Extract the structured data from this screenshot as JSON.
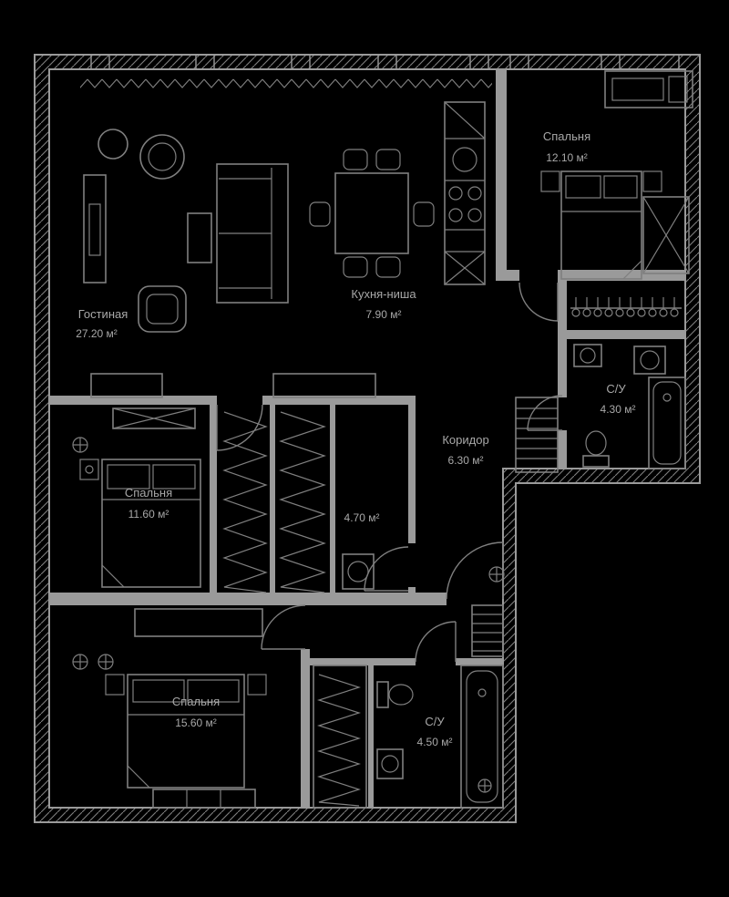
{
  "colors": {
    "bg": "#000000",
    "wall": "#9a9a9a",
    "furn": "#7f7f7f",
    "text": "#a8a8a8"
  },
  "rooms": {
    "living": {
      "name": "Гостиная",
      "area": "27.20 м²"
    },
    "kitchen": {
      "name": "Кухня-ниша",
      "area": "7.90 м²"
    },
    "bedroom_top": {
      "name": "Спальня",
      "area": "12.10 м²"
    },
    "bath_top": {
      "name": "С/У",
      "area": "4.30 м²"
    },
    "corridor": {
      "name": "Коридор",
      "area": "6.30 м²"
    },
    "bedroom_mid": {
      "name": "Спальня",
      "area": "11.60 м²"
    },
    "closet": {
      "area": "4.70 м²"
    },
    "bedroom_bottom": {
      "name": "Спальня",
      "area": "15.60 м²"
    },
    "bath_bottom": {
      "name": "С/У",
      "area": "4.50 м²"
    }
  }
}
